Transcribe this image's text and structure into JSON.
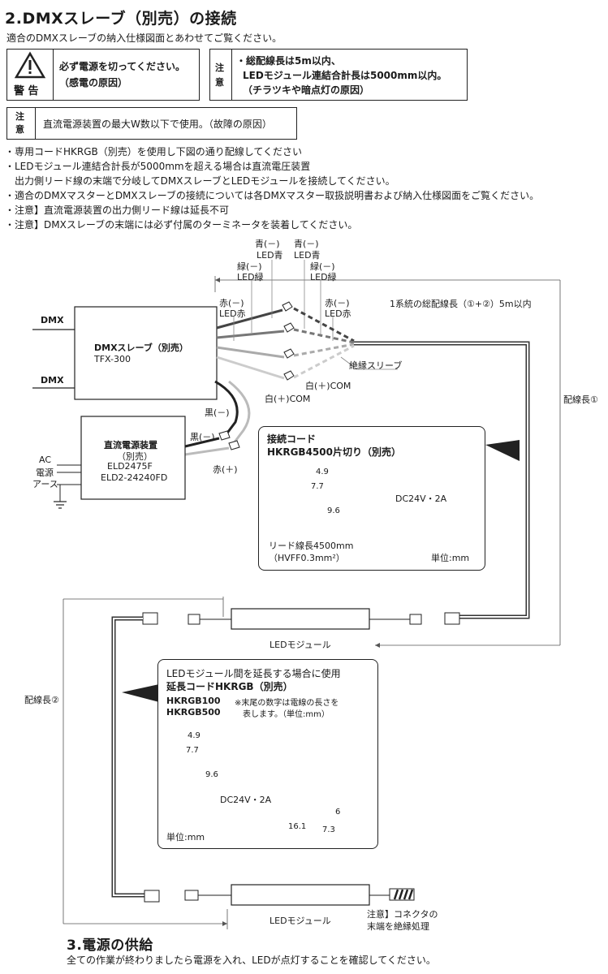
{
  "section2": {
    "title": "2.DMXスレーブ（別売）の接続",
    "subtitle": "適合のDMXスレーブの納入仕様図面とあわせてご覧ください。"
  },
  "warning": {
    "icon_label": "警 告",
    "line1": "必ず電源を切ってください。",
    "line2": "（感電の原因）"
  },
  "caution1": {
    "tag": "注 意",
    "line1": "・総配線長は5m以内、",
    "line2": "LEDモジュール連結合計長は5000mm以内。",
    "line3": "（チラツキや暗点灯の原因）"
  },
  "caution2": {
    "tag": "注 意",
    "text": "直流電源装置の最大W数以下で使用。（故障の原因）"
  },
  "notes": [
    "・専用コードHKRGB（別売）を使用し下図の通り配線してください",
    "・LEDモジュール連結合計長が5000mmを超える場合は直流電圧装置",
    "　出力側リード線の末端で分岐してDMXスレーブとLEDモジュールを接続してください。",
    "・適合のDMXマスターとDMXスレーブの接続については各DMXマスター取扱説明書および納入仕様図面をご覧ください。",
    "・注意】直流電源装置の出力側リード線は延長不可",
    "・注意】DMXスレーブの末端には必ず付属のターミネータを装着してください。"
  ],
  "diagram": {
    "wire_blue_top_left": "青(－)",
    "wire_blue_top_left2": "LED青",
    "wire_blue_top_right": "青(－)",
    "wire_blue_top_right2": "LED青",
    "wire_green_left": "緑(－)",
    "wire_green_left2": "LED緑",
    "wire_green_right": "緑(－)",
    "wire_green_right2": "LED緑",
    "wire_red_left": "赤(－)",
    "wire_red_left2": "LED赤",
    "wire_red_right": "赤(－)",
    "wire_red_right2": "LED赤",
    "total_length_note": "1系統の総配線長（①+②）5m以内",
    "dmx_in": "DMX",
    "dmx_out": "DMX",
    "slave_name": "DMXスレーブ（別売）",
    "slave_model": "TFX-300",
    "insulation_sleeve": "絶縁スリーブ",
    "white_com_right": "白(＋)COM",
    "white_com_left": "白(＋)COM",
    "black_minus_1": "黒(－)",
    "black_minus_2": "黒(－)",
    "red_plus": "赤(＋)",
    "wiring_length_1": "配線長①",
    "wiring_length_2": "配線長②",
    "psu_title": "直流電源装置",
    "psu_note": "（別売）",
    "psu_model1": "ELD2475F",
    "psu_model2": "ELD2-24240FD",
    "ac_label": "AC",
    "ac_power": "電源",
    "earth": "アース",
    "led_module_1": "LEDモジュール",
    "led_module_2": "LEDモジュール",
    "end_note1": "注意】コネクタの",
    "end_note2": "末端を絶縁処理"
  },
  "callout1": {
    "title1": "接続コード",
    "title2": "HKRGB4500片切り（別売）",
    "dim_49": "4.9",
    "dim_77": "7.7",
    "dim_96": "9.6",
    "voltage": "DC24V・2A",
    "lead_length": "リード線長4500mm",
    "lead_spec": "（HVFF0.3mm²）",
    "unit": "単位:mm"
  },
  "callout2": {
    "line1": "LEDモジュール間を延長する場合に使用",
    "line2": "延長コードHKRGB（別売）",
    "model1": "HKRGB100",
    "model2": "HKRGB500",
    "note1": "※末尾の数字は電線の長さを",
    "note2": "表します。（単位:mm）",
    "dim_49": "4.9",
    "dim_77": "7.7",
    "dim_96": "9.6",
    "voltage": "DC24V・2A",
    "dim_6": "6",
    "dim_161": "16.1",
    "dim_73": "7.3",
    "unit": "単位:mm"
  },
  "section3": {
    "title": "3.電源の供給",
    "text": "全ての作業が終わりましたら電源を入れ、LEDが点灯することを確認してください。"
  }
}
